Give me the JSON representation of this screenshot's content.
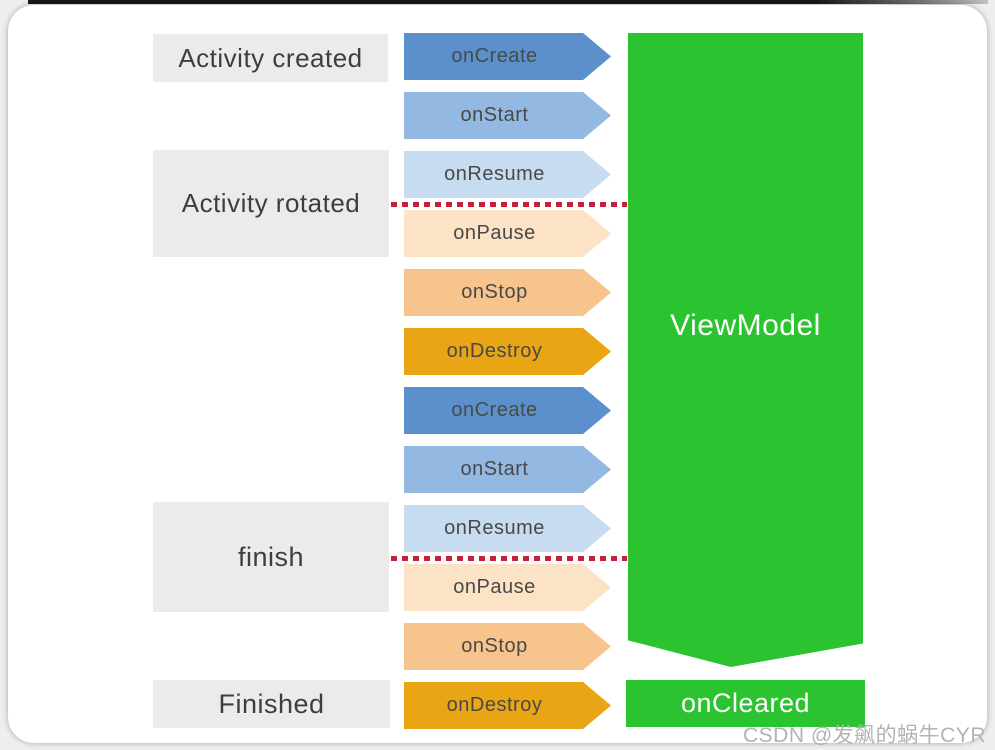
{
  "watermark": "CSDN @发飙的蜗牛CYR",
  "stages": [
    {
      "label": "Activity created"
    },
    {
      "label": "Activity rotated"
    },
    {
      "label": "finish"
    },
    {
      "label": "Finished"
    }
  ],
  "lifecycle": {
    "arrows": [
      {
        "label": "onCreate",
        "color": "#5b90cd"
      },
      {
        "label": "onStart",
        "color": "#93b8e1"
      },
      {
        "label": "onResume",
        "color": "#c7dcf1"
      },
      {
        "label": "onPause",
        "color": "#fce3c5"
      },
      {
        "label": "onStop",
        "color": "#f7c48d"
      },
      {
        "label": "onDestroy",
        "color": "#e9a513"
      },
      {
        "label": "onCreate",
        "color": "#5b90cd"
      },
      {
        "label": "onStart",
        "color": "#93b8e1"
      },
      {
        "label": "onResume",
        "color": "#c7dcf1"
      },
      {
        "label": "onPause",
        "color": "#fce3c5"
      },
      {
        "label": "onStop",
        "color": "#f7c48d"
      },
      {
        "label": "onDestroy",
        "color": "#e9a513"
      }
    ]
  },
  "viewmodel": {
    "label": "ViewModel",
    "color": "#2bc32f"
  },
  "oncleared": {
    "label": "onCleared",
    "color": "#2bc32f"
  },
  "separator": {
    "color": "#c5203c"
  }
}
